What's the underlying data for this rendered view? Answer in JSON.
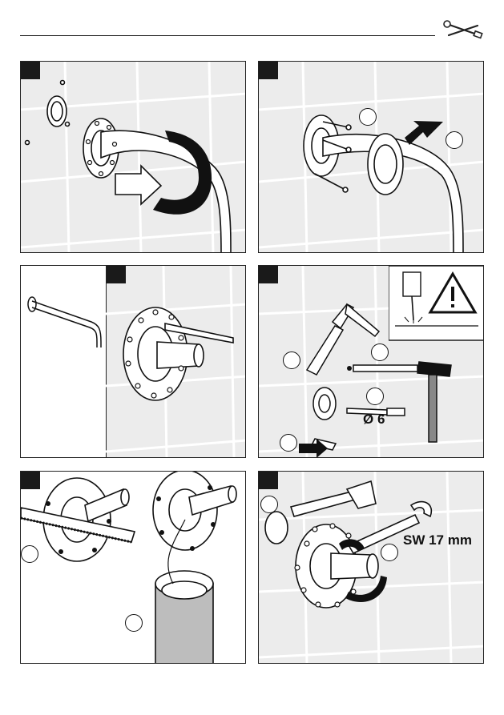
{
  "header": {
    "icon": "wrench-screwdriver-icon"
  },
  "panels": {
    "p1": {
      "step_icon": "step-tab"
    },
    "p2": {
      "step_icon": "step-tab"
    },
    "p3": {
      "step_icon": "step-tab"
    },
    "p4": {
      "step_icon": "step-tab",
      "drill_label": "Ø 6",
      "warning_icon": "warning-triangle-icon"
    },
    "p5": {
      "step_icon": "step-tab"
    },
    "p6": {
      "step_icon": "step-tab",
      "wrench_label": "SW 17 mm"
    }
  },
  "colors": {
    "tile": "#ececec",
    "grout": "#ffffff",
    "ink": "#111111"
  }
}
